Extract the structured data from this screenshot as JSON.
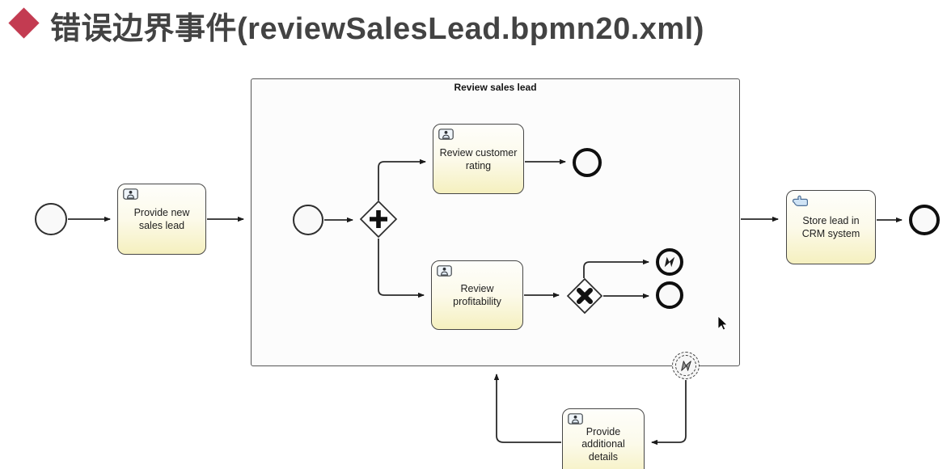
{
  "header": {
    "bullet_icon": "red-diamond",
    "title": "错误边界事件(reviewSalesLead.bpmn20.xml)"
  },
  "colors": {
    "accent_red": "#c33b51",
    "title_text": "#434343",
    "task_fill_top": "#fefefb",
    "task_fill_bottom": "#f5f0bf",
    "flow_line": "#2a2a2a"
  },
  "diagram": {
    "type": "bpmn-process",
    "subprocess": {
      "label": "Review sales lead"
    },
    "tasks": [
      {
        "name": "provide-new-sales-lead",
        "label": "Provide new sales lead",
        "task_type": "user"
      },
      {
        "name": "review-customer-rating",
        "label": "Review customer rating",
        "task_type": "user"
      },
      {
        "name": "review-profitability",
        "label": "Review profitability",
        "task_type": "user"
      },
      {
        "name": "provide-additional-details",
        "label": "Provide additional details",
        "task_type": "user"
      },
      {
        "name": "store-lead-in-crm-system",
        "label": "Store lead in CRM system",
        "task_type": "manual"
      }
    ],
    "events": [
      {
        "name": "start-event-main"
      },
      {
        "name": "start-event-subprocess"
      },
      {
        "name": "end-event-rating"
      },
      {
        "name": "error-end-event",
        "icon": "error-bolt-filled"
      },
      {
        "name": "end-event-profitability"
      },
      {
        "name": "error-boundary-event",
        "icon": "error-bolt-outline"
      },
      {
        "name": "end-event-main"
      }
    ],
    "gateways": [
      {
        "name": "parallel-gateway",
        "symbol": "+"
      },
      {
        "name": "exclusive-gateway",
        "symbol": "×"
      }
    ]
  }
}
